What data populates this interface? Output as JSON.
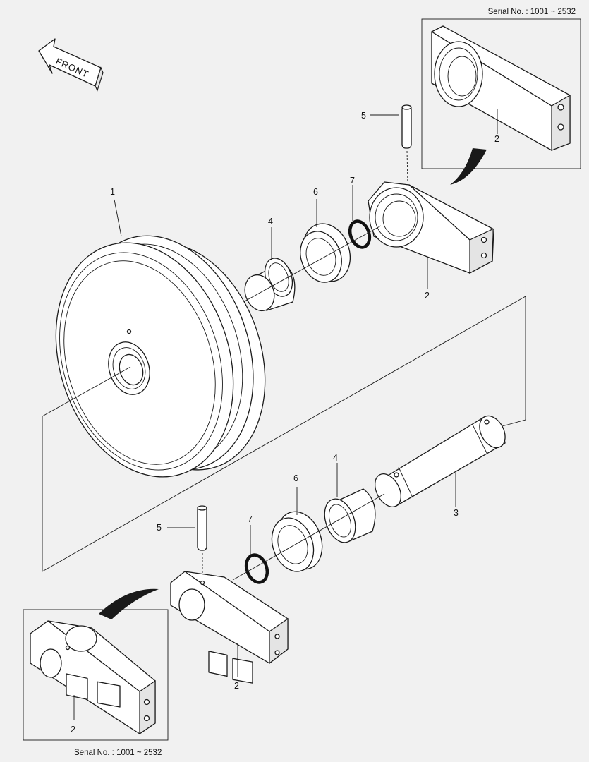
{
  "serial_top": "Serial No. : 1001 ~ 2532",
  "serial_bottom": "Serial No. : 1001 ~ 2532",
  "front_label": "FRONT",
  "callouts": {
    "idler": "1",
    "bracket_upper": "2",
    "bracket_inset_upper": "2",
    "bracket_lower": "2",
    "bracket_inset_lower": "2",
    "shaft": "3",
    "bushing_upper": "4",
    "bushing_lower": "4",
    "pin_upper": "5",
    "pin_lower": "5",
    "seal_upper": "6",
    "seal_lower": "6",
    "oring_upper": "7",
    "oring_lower": "7"
  }
}
